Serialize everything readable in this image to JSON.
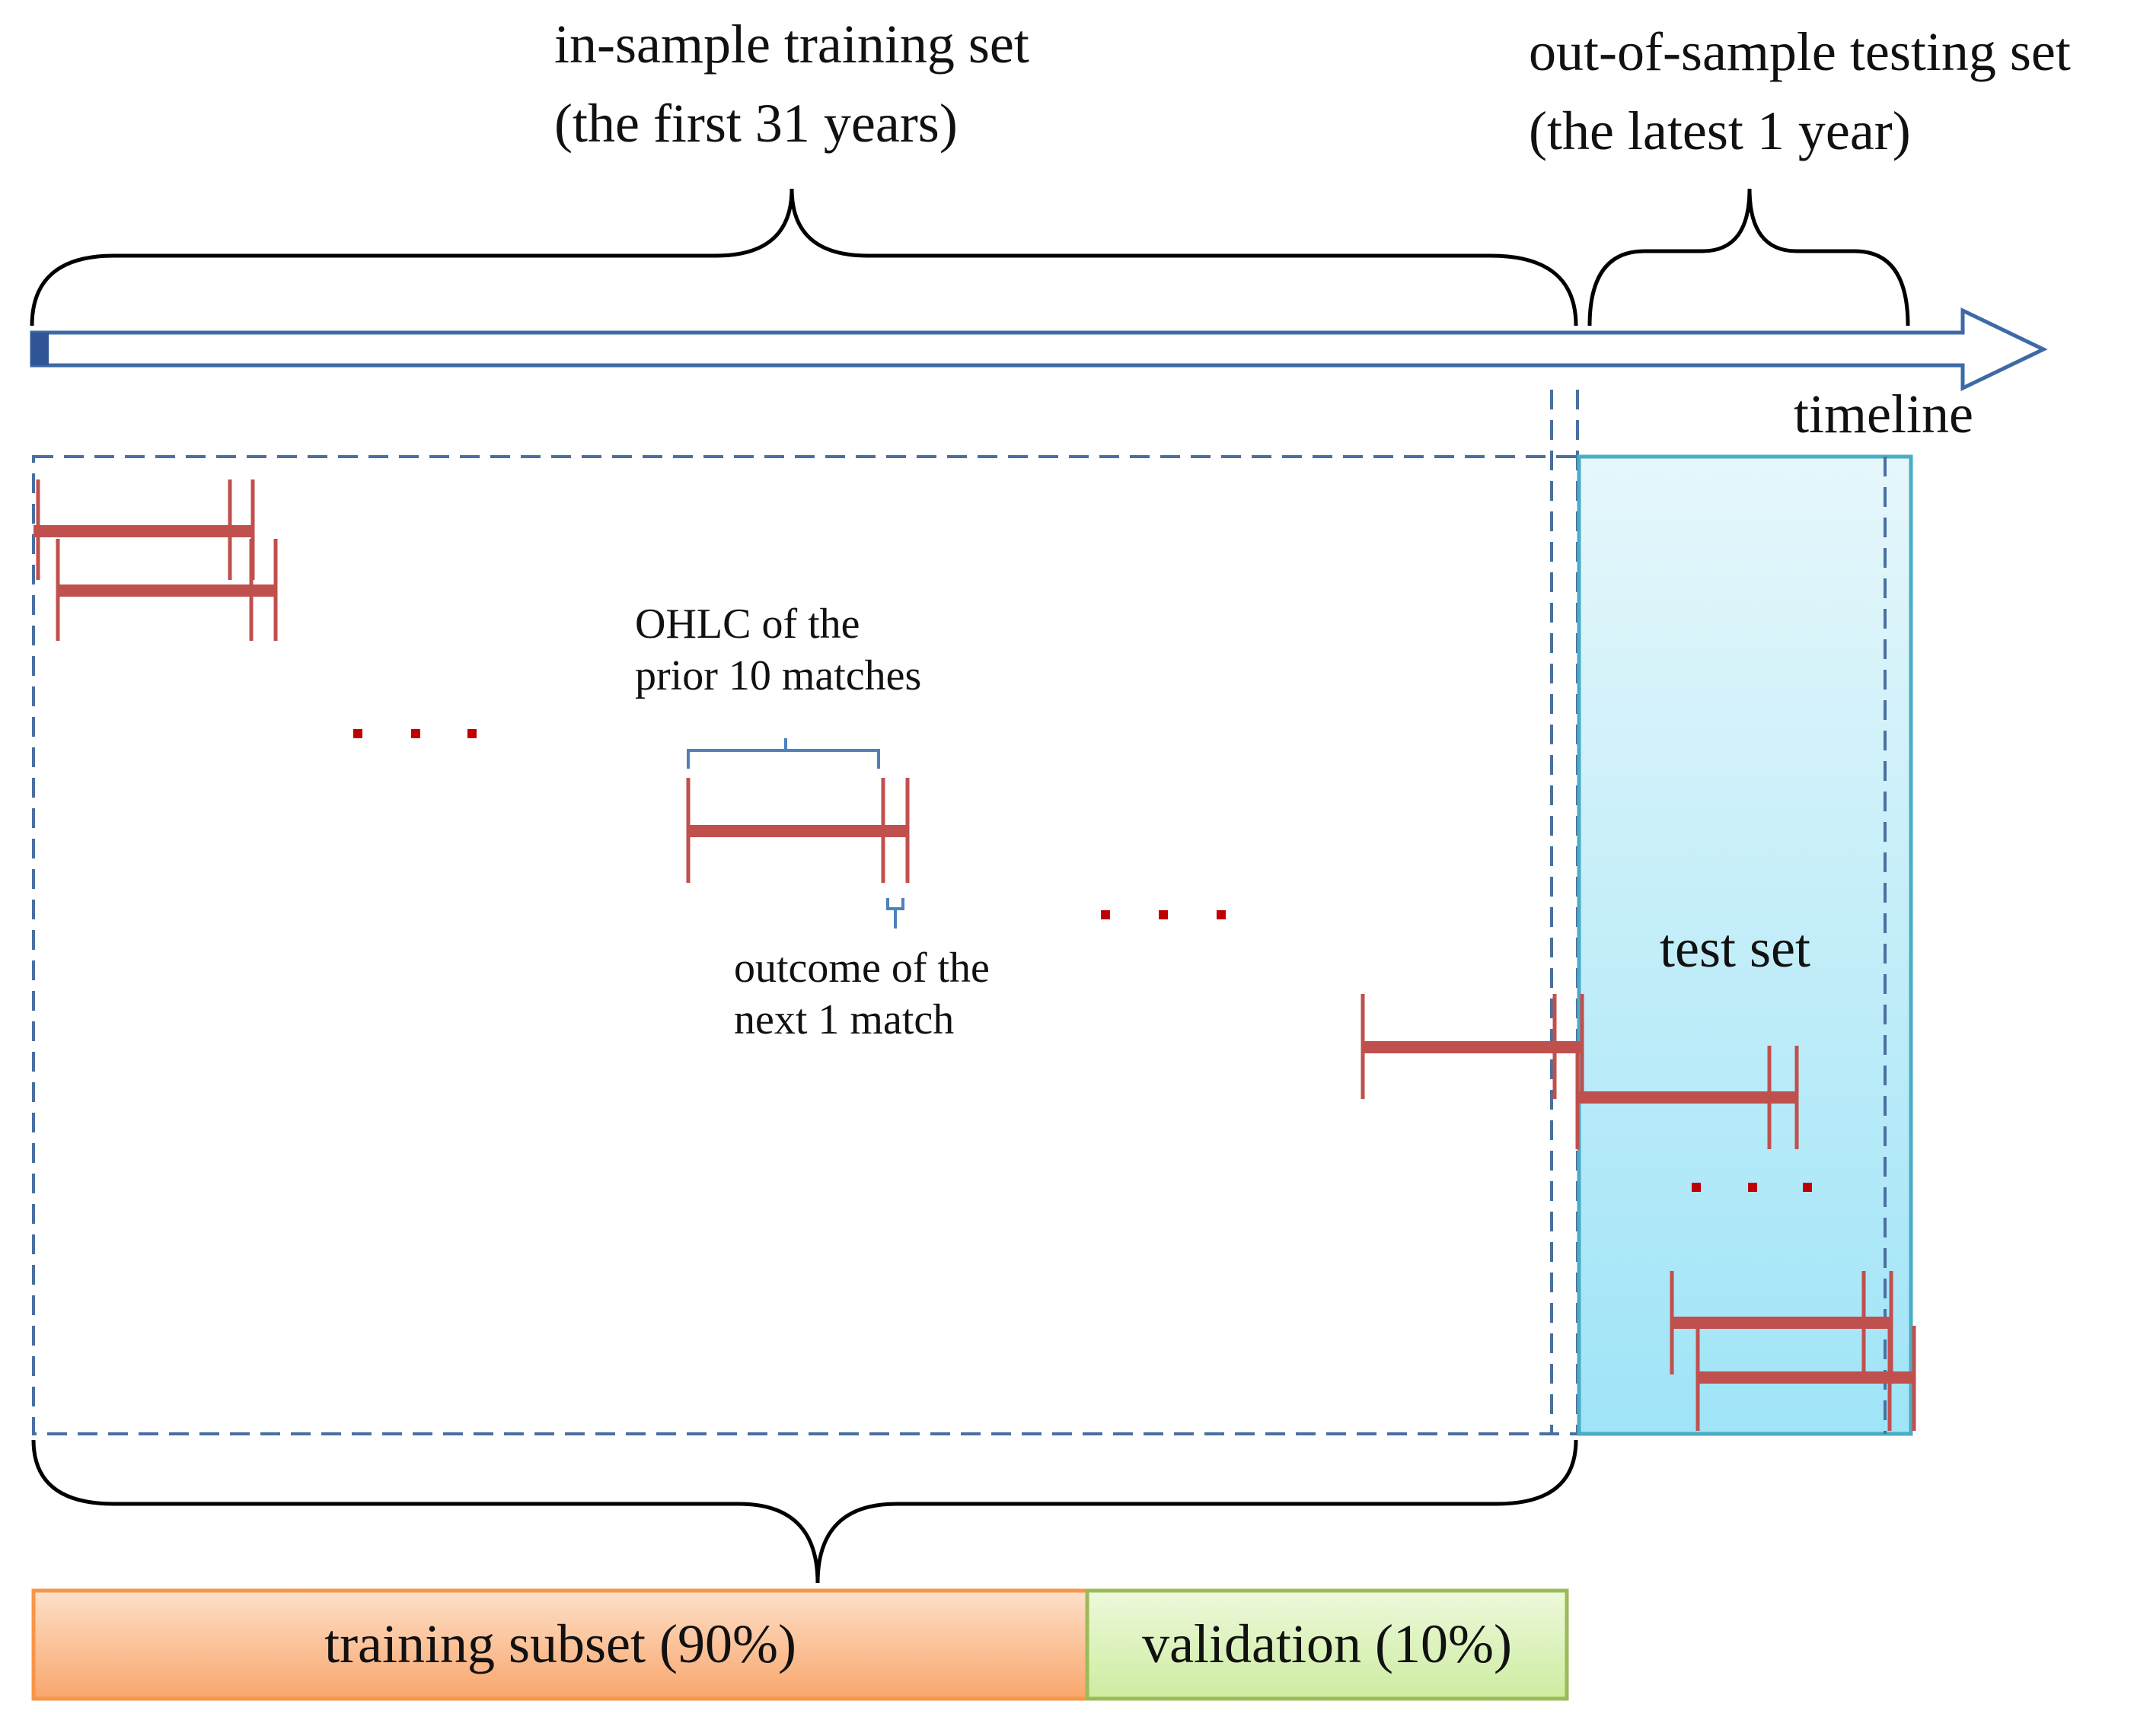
{
  "labels": {
    "in_sample_line1": "in-sample training set",
    "in_sample_line2": "(the first 31 years)",
    "out_sample_line1": "out-of-sample testing set",
    "out_sample_line2": "(the latest 1 year)",
    "timeline": "timeline",
    "ohlc_line1": "OHLC of the",
    "ohlc_line2": "prior 10 matches",
    "outcome_line1": "outcome of the",
    "outcome_line2": "next 1 match",
    "test_set": "test set",
    "training_subset": "training subset (90%)",
    "validation": "validation (10%)"
  },
  "colors": {
    "bracket": "#000000",
    "timeline_stroke": "#3d6aa6",
    "dashed_box": "#4a6fa0",
    "window_bar": "#c0504d",
    "ellipsis_dots": "#c00000",
    "small_bracket": "#4f81bd",
    "test_fill_top": "#e6f7fb",
    "test_fill_bottom": "#9fe4f7",
    "test_border": "#4bacc6",
    "training_fill": "#fbb987",
    "training_border": "#f79646",
    "validation_fill": "#dcf2b8",
    "validation_border": "#9bbb59"
  }
}
